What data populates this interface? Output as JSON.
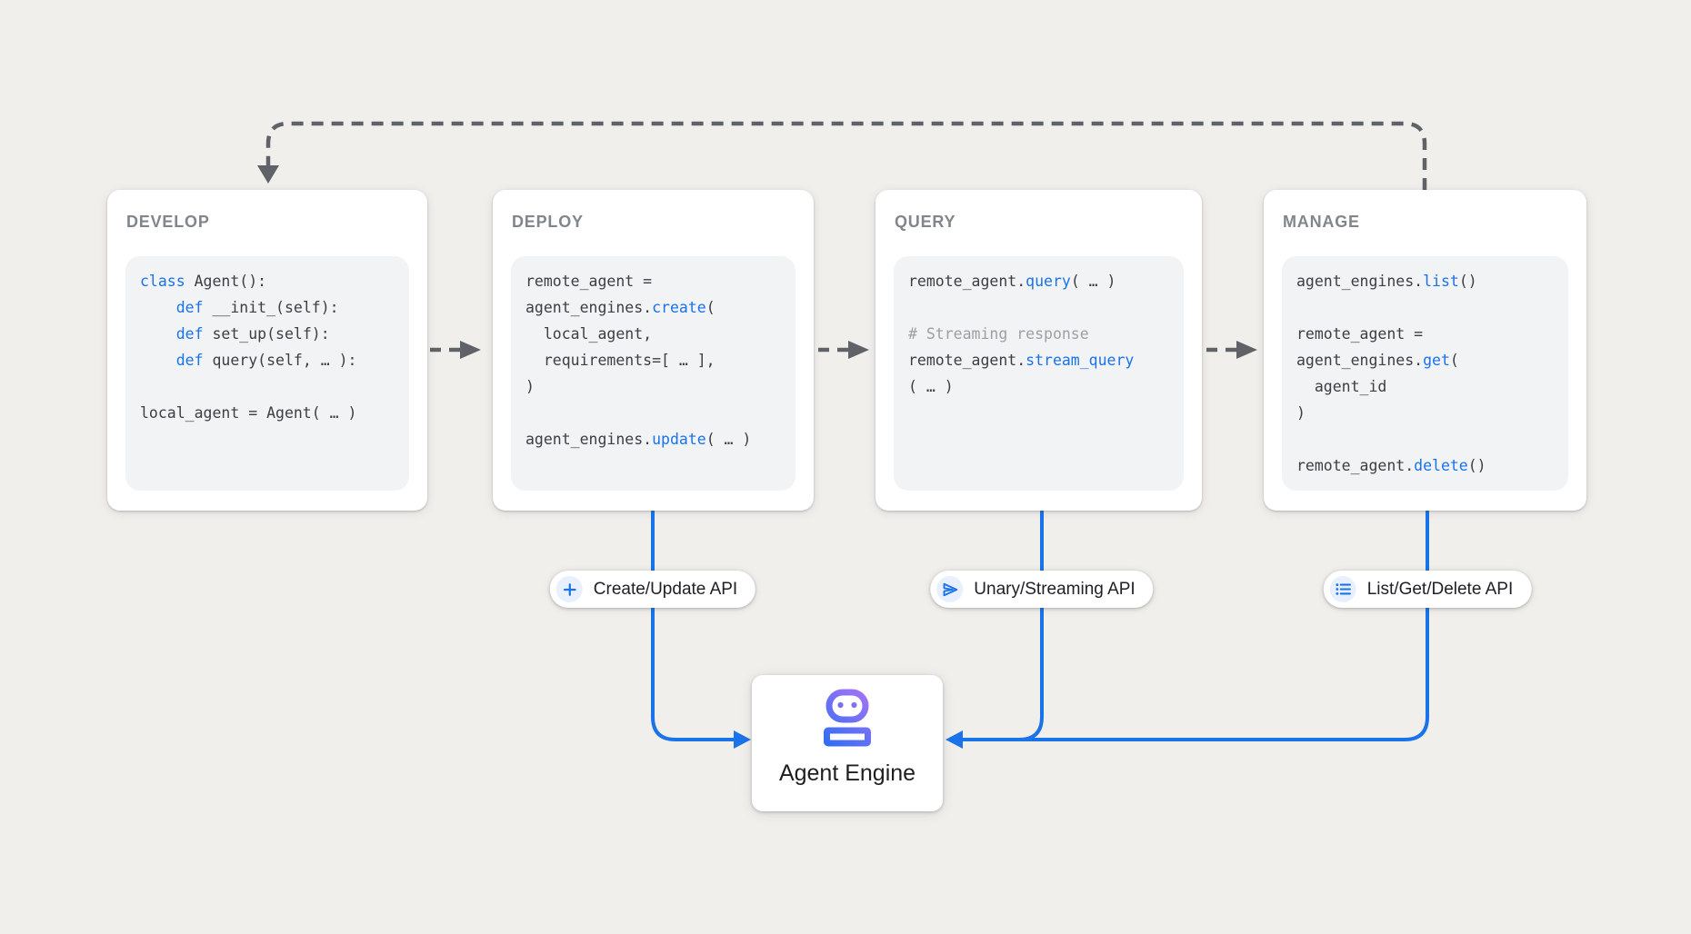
{
  "colors": {
    "background": "#f1efec",
    "card_background": "#ffffff",
    "code_background": "#f1f3f4",
    "title_gray": "#80868b",
    "code_text": "#3c4043",
    "keyword_blue": "#1a73e8",
    "comment_gray": "#9aa0a6",
    "flow_blue": "#1a73e8",
    "wire_gray": "#5f6368",
    "badge_icon_bg": "#e8f0fe",
    "robot_gradient_start": "#2e6ef3",
    "robot_gradient_end": "#ab73f6"
  },
  "cards": [
    {
      "id": "develop",
      "title": "DEVELOP",
      "code": [
        [
          {
            "t": "class",
            "s": "kw"
          },
          {
            "t": " Agent():"
          }
        ],
        [
          {
            "t": "    "
          },
          {
            "t": "def",
            "s": "kw"
          },
          {
            "t": " __init_(self):"
          }
        ],
        [
          {
            "t": "    "
          },
          {
            "t": "def",
            "s": "kw"
          },
          {
            "t": " set_up(self):"
          }
        ],
        [
          {
            "t": "    "
          },
          {
            "t": "def",
            "s": "kw"
          },
          {
            "t": " query(self, … ):"
          }
        ],
        [],
        [
          {
            "t": "local_agent = Agent( … )"
          }
        ]
      ]
    },
    {
      "id": "deploy",
      "title": "DEPLOY",
      "code": [
        [
          {
            "t": "remote_agent ="
          }
        ],
        [
          {
            "t": "agent_engines."
          },
          {
            "t": "create",
            "s": "kw"
          },
          {
            "t": "("
          }
        ],
        [
          {
            "t": "  local_agent,"
          }
        ],
        [
          {
            "t": "  requirements=[ … ],"
          }
        ],
        [
          {
            "t": ")"
          }
        ],
        [],
        [
          {
            "t": "agent_engines."
          },
          {
            "t": "update",
            "s": "kw"
          },
          {
            "t": "( … )"
          }
        ]
      ]
    },
    {
      "id": "query",
      "title": "QUERY",
      "code": [
        [
          {
            "t": "remote_agent."
          },
          {
            "t": "query",
            "s": "kw"
          },
          {
            "t": "( … )"
          }
        ],
        [],
        [
          {
            "t": "# Streaming response",
            "s": "cm"
          }
        ],
        [
          {
            "t": "remote_agent."
          },
          {
            "t": "stream_query",
            "s": "kw"
          }
        ],
        [
          {
            "t": "( … )"
          }
        ]
      ]
    },
    {
      "id": "manage",
      "title": "MANAGE",
      "code": [
        [
          {
            "t": "agent_engines."
          },
          {
            "t": "list",
            "s": "kw"
          },
          {
            "t": "()"
          }
        ],
        [],
        [
          {
            "t": "remote_agent ="
          }
        ],
        [
          {
            "t": "agent_engines."
          },
          {
            "t": "get",
            "s": "kw"
          },
          {
            "t": "("
          }
        ],
        [
          {
            "t": "  agent_id"
          }
        ],
        [
          {
            "t": ")"
          }
        ],
        [],
        [
          {
            "t": "remote_agent."
          },
          {
            "t": "delete",
            "s": "kw"
          },
          {
            "t": "()"
          }
        ]
      ]
    }
  ],
  "badges": [
    {
      "id": "create",
      "icon": "plus-icon",
      "label": "Create/Update API"
    },
    {
      "id": "unary",
      "icon": "send-icon",
      "label": "Unary/Streaming API"
    },
    {
      "id": "list",
      "icon": "list-icon",
      "label": "List/Get/Delete API"
    }
  ],
  "engine": {
    "icon": "robot-icon",
    "label": "Agent Engine"
  }
}
